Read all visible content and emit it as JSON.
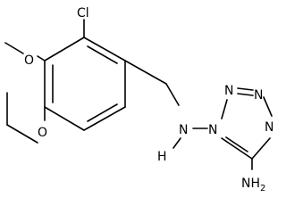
{
  "molecule": {
    "atoms": {
      "cl": "Cl",
      "o_methoxy": "O",
      "o_ethoxy": "O",
      "n_amine": "N",
      "h_amine": "H",
      "n1": "N",
      "n2": "N",
      "n3": "N",
      "n4": "N",
      "nh2": "NH2"
    }
  }
}
